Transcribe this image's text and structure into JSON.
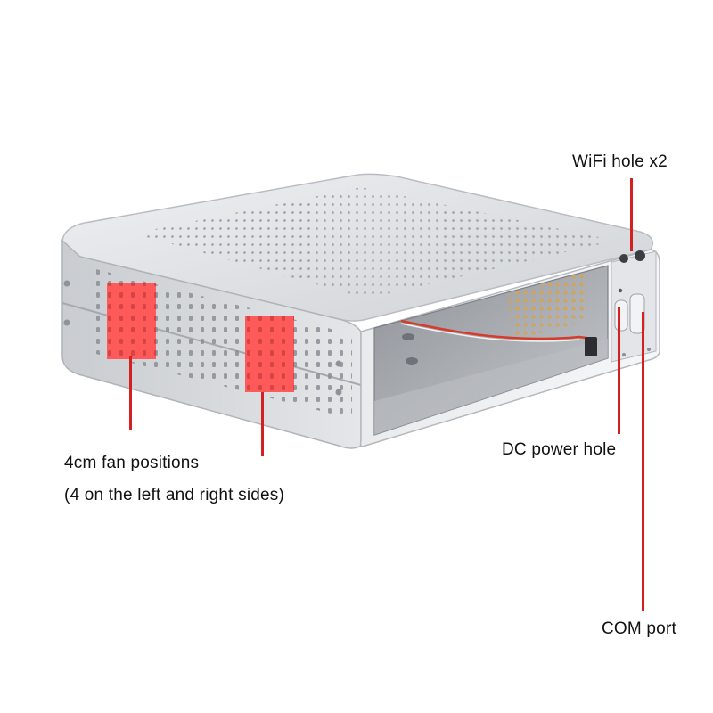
{
  "labels": {
    "wifi": "WiFi hole x2",
    "dc_power": "DC power hole",
    "com_port": "COM port",
    "fan_line1": "4cm fan positions",
    "fan_line2": "(4 on the left and right sides)"
  },
  "colors": {
    "leader": "#d42020",
    "fan_marker": "#ff5a5a",
    "text": "#111111",
    "chassis": "#d9dadc"
  }
}
